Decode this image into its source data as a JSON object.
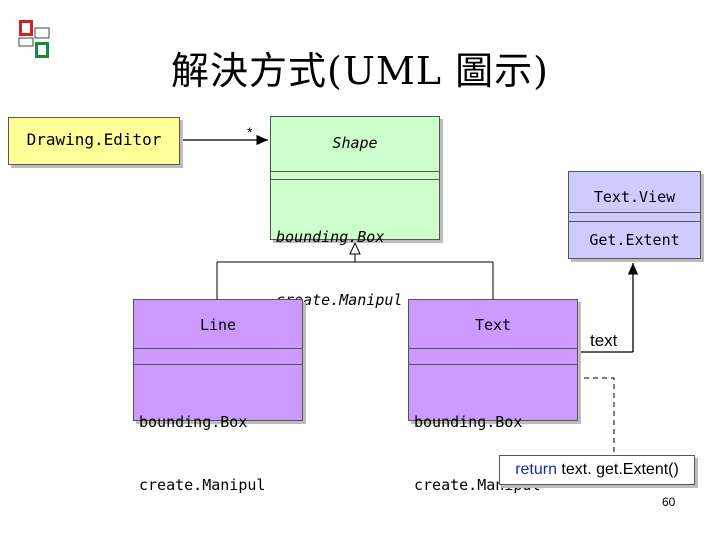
{
  "title": "解決方式(UML 圖示)",
  "logo": {
    "alt": "logo"
  },
  "classes": {
    "drawing_editor": {
      "name": "Drawing.Editor"
    },
    "shape": {
      "name": "Shape",
      "op1": "bounding.Box",
      "op2": "create.Manipul"
    },
    "text_view": {
      "name": "Text.View",
      "op1": "Get.Extent"
    },
    "line": {
      "name": "Line",
      "op1": "bounding.Box",
      "op2": "create.Manipul"
    },
    "text": {
      "name": "Text",
      "op1": "bounding.Box",
      "op2": "create.Manipul"
    }
  },
  "association": {
    "multiplicity": "*",
    "role": "text"
  },
  "note": {
    "keyword": "return",
    "rest": " text. get.Extent()"
  },
  "page_number": "60",
  "colors": {
    "editor_fill": "#ffff99",
    "shape_fill": "#ccffcc",
    "textview_fill": "#ccccff",
    "subclass_fill": "#cc99ff",
    "keyword": "#1a2e9a"
  }
}
